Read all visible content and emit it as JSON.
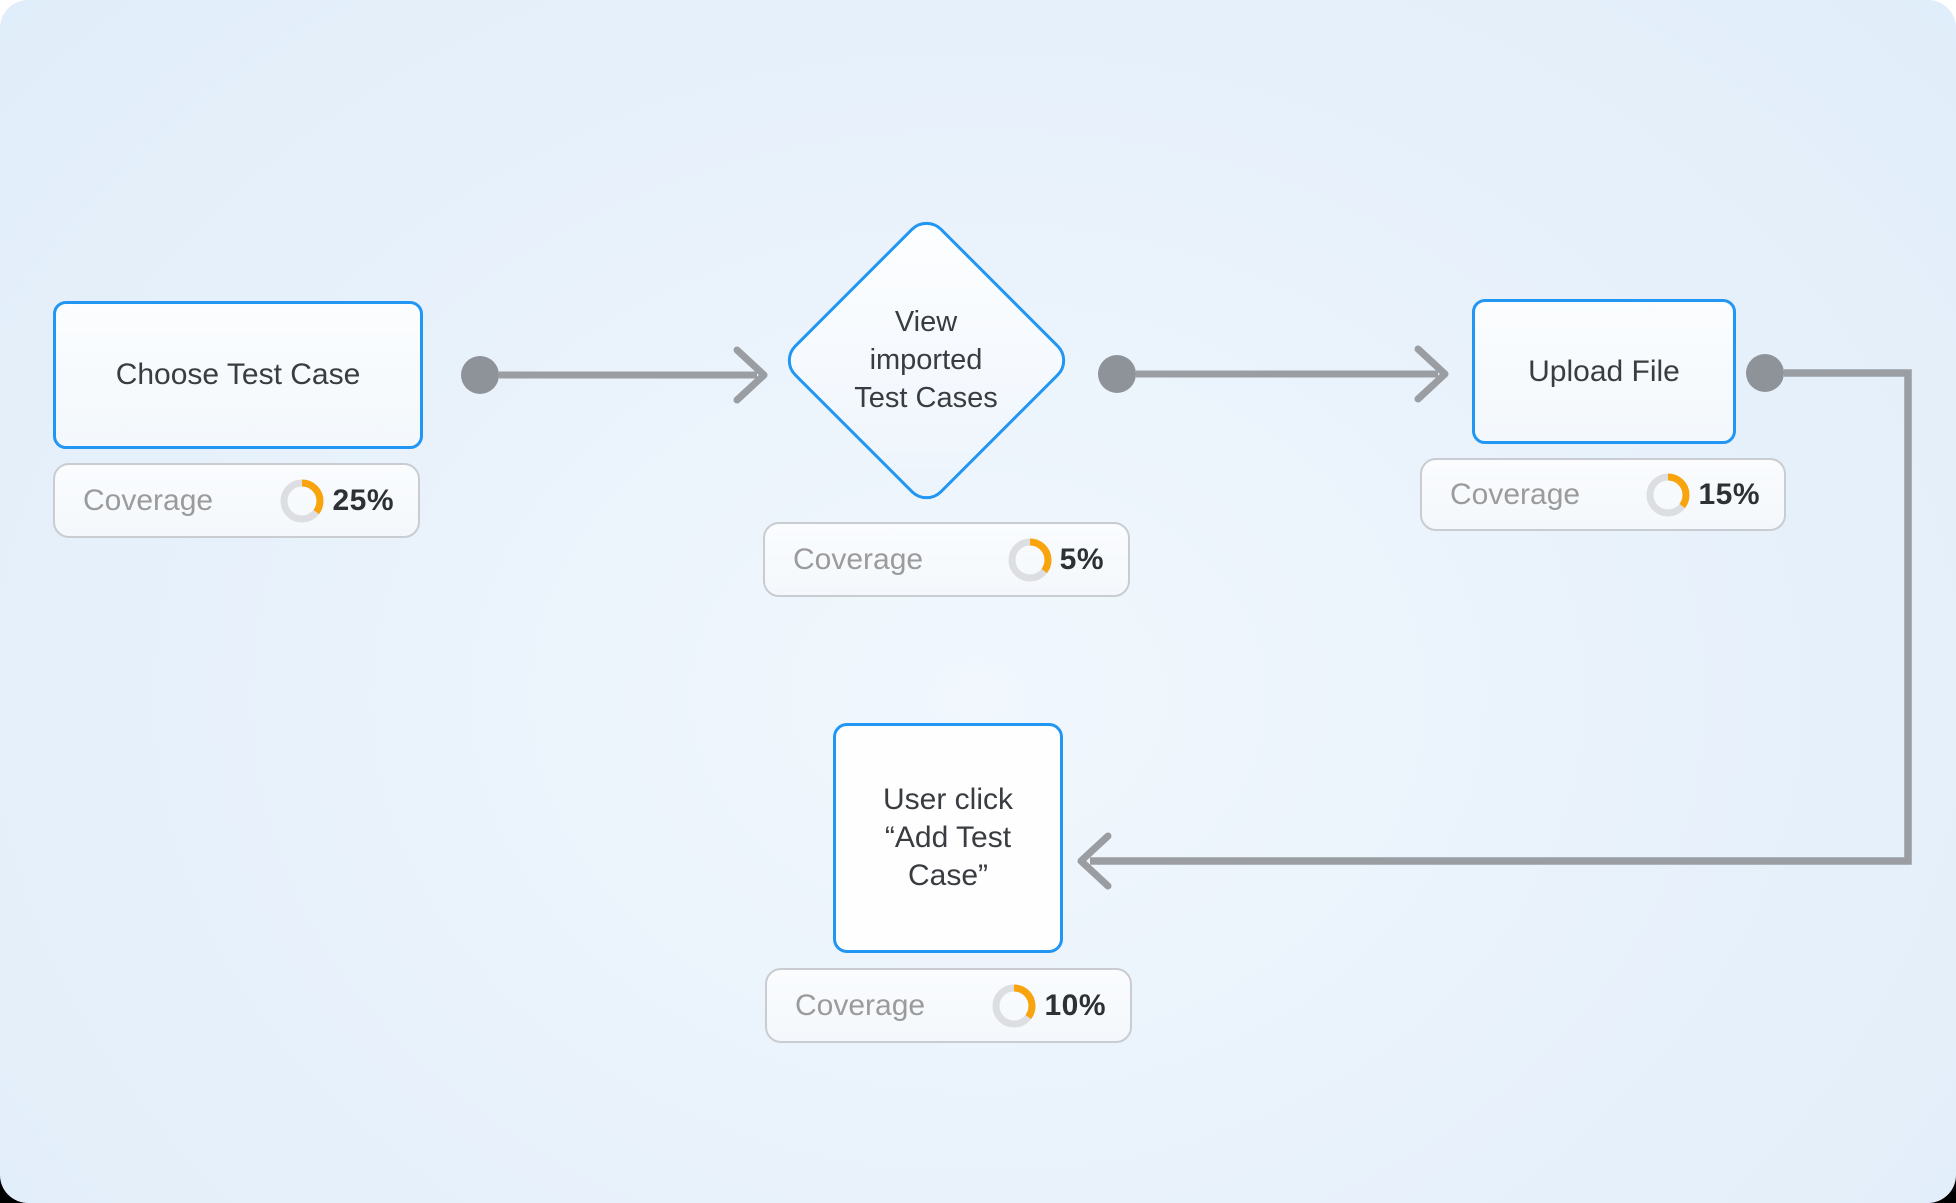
{
  "colors": {
    "accent_blue": "#2196f3",
    "connector_gray": "#9a9ea3",
    "dot_gray": "#8e9399",
    "progress_orange": "#f9a30d",
    "progress_track": "#dcdee1",
    "text_primary": "#393c40",
    "text_secondary": "#9b9b9b",
    "canvas_blue": "#dcebf9"
  },
  "nodes": [
    {
      "id": "choose-test-case",
      "shape": "rectangle",
      "label": "Choose Test Case",
      "coverage": {
        "label": "Coverage",
        "percent": "25%"
      }
    },
    {
      "id": "view-imported-test-cases",
      "shape": "diamond",
      "label": "View imported Test Cases",
      "label_lines": [
        "View",
        "imported",
        "Test Cases"
      ],
      "coverage": {
        "label": "Coverage",
        "percent": "5%"
      }
    },
    {
      "id": "upload-file",
      "shape": "rectangle",
      "label": "Upload File",
      "coverage": {
        "label": "Coverage",
        "percent": "15%"
      }
    },
    {
      "id": "user-click-add-test-case",
      "shape": "rectangle",
      "label": "User click “Add Test Case”",
      "label_lines": [
        "User click",
        "“Add Test",
        "Case”"
      ],
      "coverage": {
        "label": "Coverage",
        "percent": "10%"
      }
    }
  ],
  "edges": [
    {
      "from": "choose-test-case",
      "to": "view-imported-test-cases",
      "type": "straight-arrow"
    },
    {
      "from": "view-imported-test-cases",
      "to": "upload-file",
      "type": "straight-arrow"
    },
    {
      "from": "upload-file",
      "to": "user-click-add-test-case",
      "type": "orthogonal-arrow"
    }
  ]
}
